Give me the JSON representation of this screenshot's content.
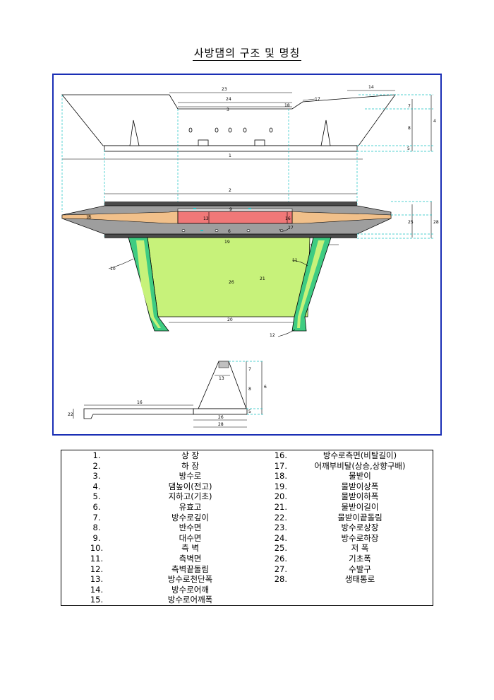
{
  "title": "사방댐의 구조 및 명칭",
  "diagram_labels": {
    "top_1": "1",
    "top_3": "3",
    "top_4": "4",
    "top_5": "5",
    "top_7": "7",
    "top_8": "8",
    "top_14": "14",
    "top_17": "17",
    "top_18": "18",
    "top_23": "23",
    "top_24": "24",
    "plan_2": "2",
    "plan_9": "9",
    "plan_6": "6",
    "plan_13": "13",
    "plan_16": "16",
    "plan_15": "15",
    "plan_25": "25",
    "plan_28": "28",
    "plan_27": "27",
    "plan_19": "19",
    "plan_10": "10",
    "plan_11": "11",
    "plan_21": "21",
    "plan_26": "26",
    "plan_20": "20",
    "plan_12": "12",
    "side_7": "7",
    "side_13": "13",
    "side_8": "8",
    "side_6": "6",
    "side_5": "5",
    "side_26": "26",
    "side_28": "28",
    "side_16": "16",
    "side_22": "22"
  },
  "legend_left": [
    {
      "num": "1.",
      "name": "상 장"
    },
    {
      "num": "2.",
      "name": "하 장"
    },
    {
      "num": "3.",
      "name": "방수로"
    },
    {
      "num": "4.",
      "name": "댐높이(전고)"
    },
    {
      "num": "5.",
      "name": "지하고(기초)"
    },
    {
      "num": "6.",
      "name": "유효고"
    },
    {
      "num": "7.",
      "name": "방수로깊이"
    },
    {
      "num": "8.",
      "name": "반수면"
    },
    {
      "num": "9.",
      "name": "대수면"
    },
    {
      "num": "10.",
      "name": "측 벽"
    },
    {
      "num": "11.",
      "name": "측벽면"
    },
    {
      "num": "12.",
      "name": "측벽끝돌림"
    },
    {
      "num": "13.",
      "name": "방수로천단폭"
    },
    {
      "num": "14.",
      "name": "방수로어깨"
    },
    {
      "num": "15.",
      "name": "방수로어깨폭"
    }
  ],
  "legend_right": [
    {
      "num": "16.",
      "name": "방수로측면(비탈길이)"
    },
    {
      "num": "17.",
      "name": "어깨부비탈(상승,상향구배)"
    },
    {
      "num": "18.",
      "name": "물받이"
    },
    {
      "num": "19.",
      "name": "물받이상폭"
    },
    {
      "num": "20.",
      "name": "물받이하폭"
    },
    {
      "num": "21.",
      "name": "물받이길이"
    },
    {
      "num": "22.",
      "name": "물받이끝돌림"
    },
    {
      "num": "23.",
      "name": "방수로상장"
    },
    {
      "num": "24.",
      "name": "방수로하장"
    },
    {
      "num": "25.",
      "name": "저 폭"
    },
    {
      "num": "26.",
      "name": "기초폭"
    },
    {
      "num": "27.",
      "name": "수발구"
    },
    {
      "num": "28.",
      "name": "생태통로"
    }
  ]
}
